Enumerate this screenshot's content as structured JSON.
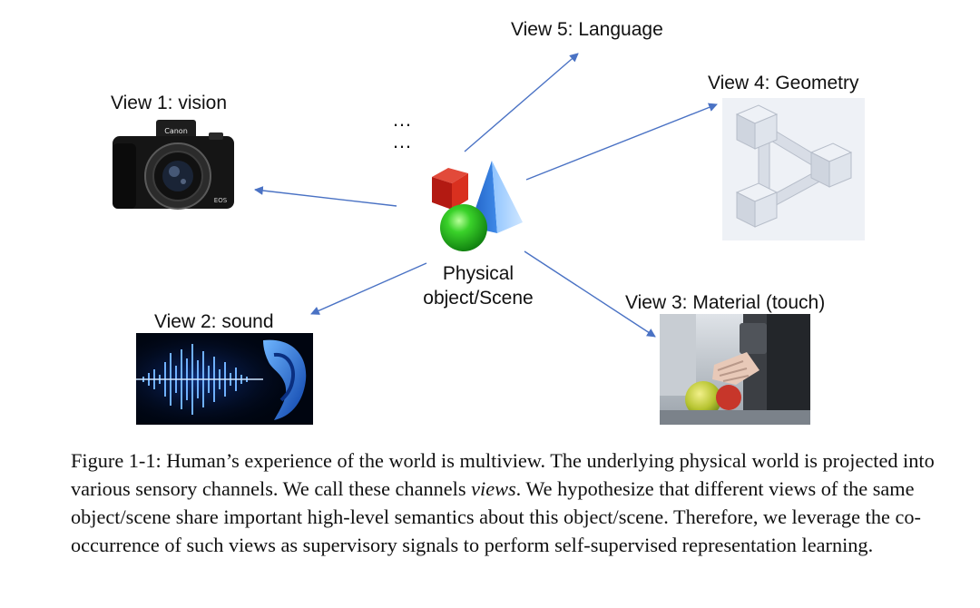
{
  "figure": {
    "center": {
      "line1": "Physical",
      "line2": "object/Scene"
    },
    "ellipsis": {
      "line1": "…",
      "line2": "…"
    },
    "views": [
      {
        "label": "View 1: vision"
      },
      {
        "label": "View 2: sound"
      },
      {
        "label": "View 3: Material (touch)"
      },
      {
        "label": "View 4: Geometry"
      },
      {
        "label": "View 5: Language"
      }
    ],
    "camera_brand": "Canon",
    "camera_model": "EOS",
    "arrow_color": "#4a72c4"
  },
  "caption": {
    "prefix": "Figure 1-1: Human’s experience of the world is multiview. The underlying physical world is projected into various sensory channels. We call these channels ",
    "emphasis": "views",
    "suffix": ". We hypothesize that different views of the same object/scene share important high-level semantics about this object/scene. Therefore, we leverage the co-occurrence of such views as supervisory signals to perform self-supervised representation learning."
  }
}
